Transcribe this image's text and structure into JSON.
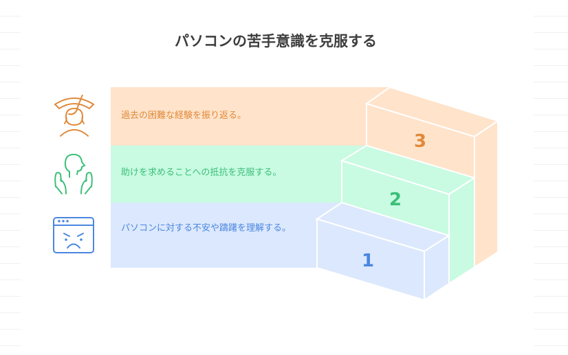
{
  "title": "パソコンの苦手意識を克服する",
  "steps": [
    {
      "number": "1",
      "text": "パソコンに対する不安や躊躇を理解する。",
      "icon": "frustrated-browser-icon",
      "fill": "#DCE8FD",
      "accent": "#4A86E0"
    },
    {
      "number": "2",
      "text": "助けを求めることへの抵抗を克服する。",
      "icon": "helping-hands-person-icon",
      "fill": "#C8FBE2",
      "accent": "#3CBF78"
    },
    {
      "number": "3",
      "text": "過去の困難な経験を振り返る。",
      "icon": "reflecting-person-icon",
      "fill": "#FFE3CA",
      "accent": "#E0893A"
    }
  ]
}
